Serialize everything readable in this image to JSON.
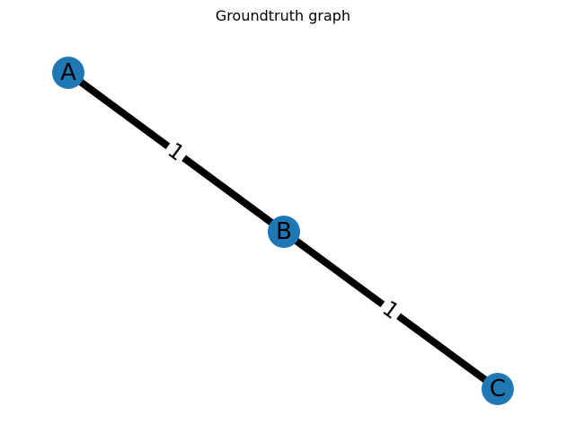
{
  "title": "Groundtruth graph",
  "colors": {
    "node_fill": "#1f77b4",
    "node_text": "#000000",
    "edge": "#000000",
    "edge_label_bg": "#ffffff",
    "text": "#000000"
  },
  "graph": {
    "nodes": [
      {
        "id": "A",
        "label": "A"
      },
      {
        "id": "B",
        "label": "B"
      },
      {
        "id": "C",
        "label": "C"
      }
    ],
    "edges": [
      {
        "source": "A",
        "target": "B",
        "label": "1"
      },
      {
        "source": "B",
        "target": "C",
        "label": "1"
      }
    ]
  }
}
